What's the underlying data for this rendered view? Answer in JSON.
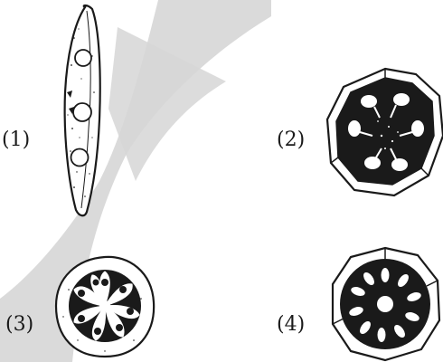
{
  "labels": {
    "fig1": "(1)",
    "fig2": "(2)",
    "fig3": "(3)",
    "fig4": "(4)"
  },
  "colors": {
    "ink": "#1a1a1a",
    "watermark": "#d6d6d6",
    "paper": "#ffffff"
  }
}
